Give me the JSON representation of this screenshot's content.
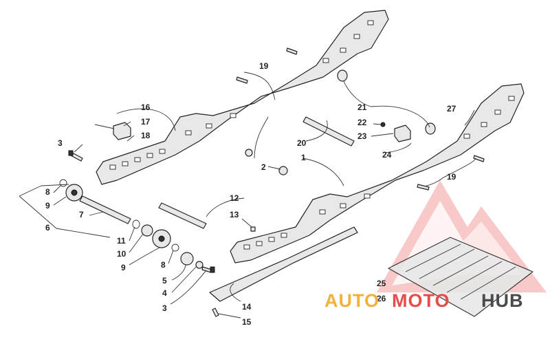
{
  "labels": {
    "l1": "1",
    "l2": "2",
    "l3a": "3",
    "l3b": "3",
    "l4": "4",
    "l5": "5",
    "l6": "6",
    "l7": "7",
    "l8a": "8",
    "l8b": "8",
    "l9a": "9",
    "l9b": "9",
    "l10": "10",
    "l11": "11",
    "l12": "12",
    "l13": "13",
    "l14": "14",
    "l15": "15",
    "l16": "16",
    "l17": "17",
    "l18": "18",
    "l19a": "19",
    "l19b": "19",
    "l20": "20",
    "l21": "21",
    "l22": "22",
    "l23": "23",
    "l24": "24",
    "l25": "25",
    "l26": "26",
    "l27": "27"
  },
  "watermark": {
    "text_auto": "AUTO",
    "text_moto": "MOTO",
    "text_hub": "HUB",
    "color_auto": "#f2b23a",
    "color_moto": "#e84b4b",
    "color_hub": "#4a4a4a"
  }
}
